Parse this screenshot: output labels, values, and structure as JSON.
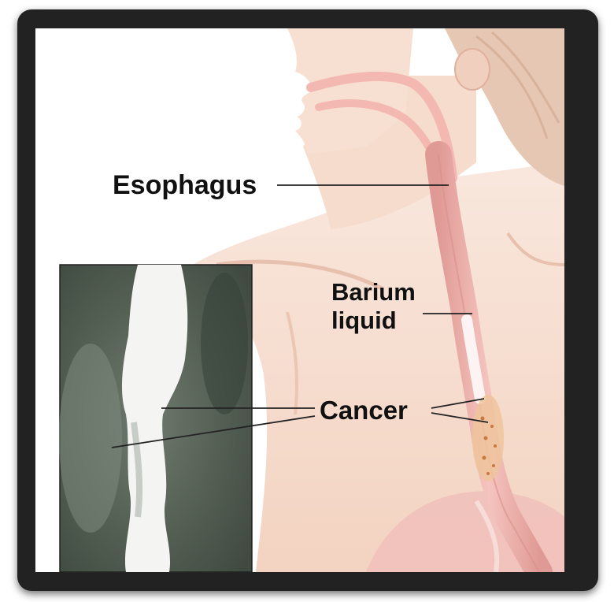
{
  "labels": {
    "esophagus": "Esophagus",
    "barium_line1": "Barium",
    "barium_line2": "liquid",
    "cancer": "Cancer"
  },
  "colors": {
    "frame": "#222222",
    "skin": "#f6dccd",
    "skin_shadow": "#eac3ad",
    "esophagus": "#f1b6b1",
    "esophagus_edge": "#d98f8a",
    "barium": "#fbeeee",
    "tumor": "#e7b27d",
    "xray_bg": "#4c574c",
    "label_line": "#222222"
  },
  "icons": {
    "inset": "barium-xray-inset",
    "anatomy": "head-neck-chest-illustration"
  }
}
